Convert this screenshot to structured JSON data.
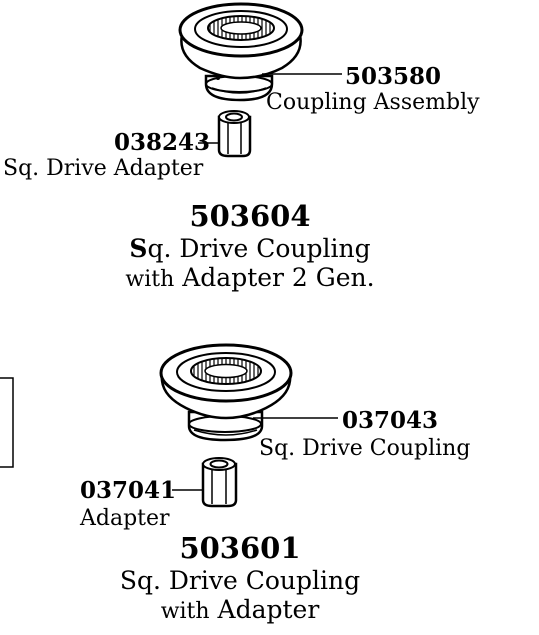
{
  "top_assembly": {
    "callout_main_number": "503580",
    "callout_main_label": "Coupling Assembly",
    "callout_adapter_number": "038243",
    "callout_adapter_label": "Sq. Drive Adapter",
    "kit_number": "503604",
    "kit_line1_bold": "S",
    "kit_line1_rest": "q. Drive Coupling",
    "kit_line2_small": "with",
    "kit_line2_rest": " Adapter 2 Gen."
  },
  "bottom_assembly": {
    "callout_main_number": "037043",
    "callout_main_label": "Sq. Drive Coupling",
    "callout_adapter_number": "037041",
    "callout_adapter_label": "Adapter",
    "kit_number": "503601",
    "kit_line1": "Sq. Drive Coupling",
    "kit_line2_small": "with",
    "kit_line2_rest": " Adapter"
  }
}
